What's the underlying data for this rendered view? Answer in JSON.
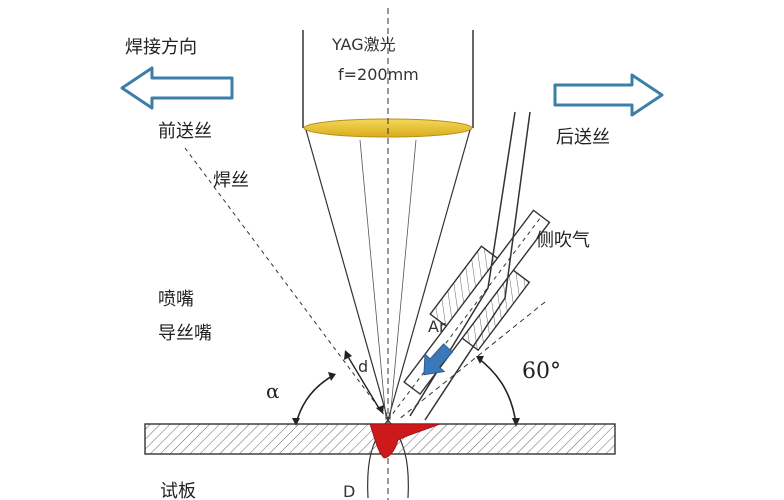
{
  "labels": {
    "weld_direction": "焊接方向",
    "front_feed": "前送丝",
    "rear_feed": "后送丝",
    "laser_title": "YAG激光",
    "focal": "f=200mm",
    "wire": "焊丝",
    "side_gas": "侧吹气",
    "nozzle": "喷嘴",
    "guide_nozzle": "导丝嘴",
    "gas": "Ar",
    "distance": "d",
    "alpha": "α",
    "angle": "60°",
    "plate": "试板",
    "depth": "D"
  },
  "colors": {
    "arrow_stroke": "#3a7fa8",
    "lens": "#e8c234",
    "pool": "#cc1a1a",
    "gas_arrow": "#3b78b8",
    "line": "#333333"
  }
}
